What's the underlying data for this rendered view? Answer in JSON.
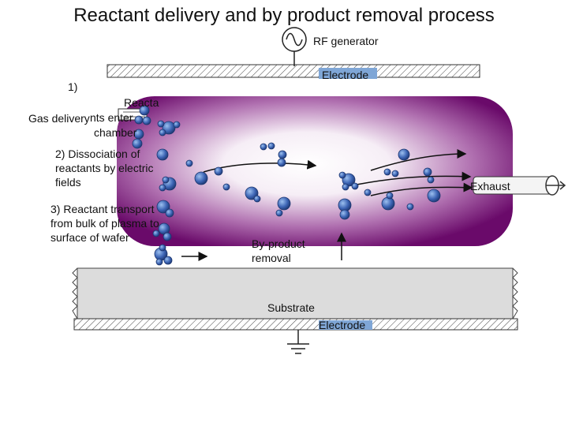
{
  "title": "Reactant delivery and by product removal process",
  "labels": {
    "rf_generator": "RF generator",
    "top_electrode": "Electrode",
    "step1_number": "1)",
    "step1_text_a": "Reacta",
    "step1_text_b": "nts enter",
    "step1_text_c": "chamber",
    "gas_delivery": "Gas delivery",
    "step2": "2) Dissociation of reactants by electric fields",
    "step3": "3) Reactant transport from bulk of plasma to surface of wafer",
    "byproduct": "By-product removal",
    "exhaust": "Exhaust",
    "substrate": "Substrate",
    "bottom_electrode": "Electrode"
  },
  "colors": {
    "plasma_edge": "#6a0a6a",
    "plasma_center": "#ffffff",
    "molecule": "#3c64b4",
    "electrode_fill": "#7fa6d6",
    "plate_fill": "#dcdcdc"
  },
  "icons": [
    "ac-source-icon",
    "ground-icon",
    "exhaust-valve-icon",
    "gas-inlet-icon"
  ]
}
